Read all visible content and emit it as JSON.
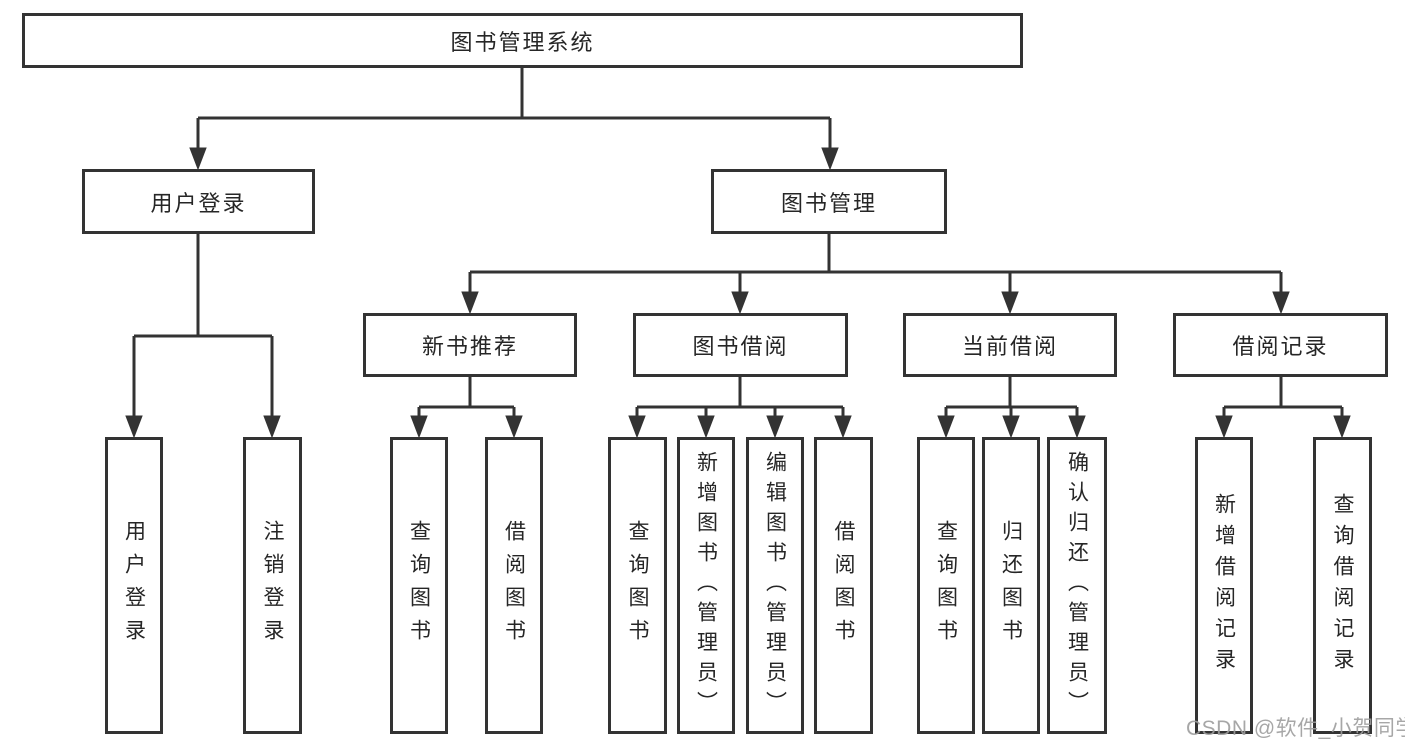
{
  "diagram": {
    "root": {
      "label": "图书管理系统"
    },
    "branches": [
      {
        "label": "用户登录",
        "children": [
          {
            "label": "用户登录"
          },
          {
            "label": "注销登录"
          }
        ]
      },
      {
        "label": "图书管理",
        "children": [
          {
            "label": "新书推荐",
            "children": [
              {
                "label": "查询图书"
              },
              {
                "label": "借阅图书"
              }
            ]
          },
          {
            "label": "图书借阅",
            "children": [
              {
                "label": "查询图书"
              },
              {
                "label": "新增图书（管理员）"
              },
              {
                "label": "编辑图书（管理员）"
              },
              {
                "label": "借阅图书"
              }
            ]
          },
          {
            "label": "当前借阅",
            "children": [
              {
                "label": "查询图书"
              },
              {
                "label": "归还图书"
              },
              {
                "label": "确认归还（管理员）"
              }
            ]
          },
          {
            "label": "借阅记录",
            "children": [
              {
                "label": "新增借阅记录"
              },
              {
                "label": "查询借阅记录"
              }
            ]
          }
        ]
      }
    ]
  },
  "watermark": {
    "text": "CSDN @软件_小贺同学",
    "color": "#9e9e9e"
  },
  "colors": {
    "line": "#333333",
    "box_border": "#333333",
    "text": "#262626",
    "background": "#ffffff"
  }
}
